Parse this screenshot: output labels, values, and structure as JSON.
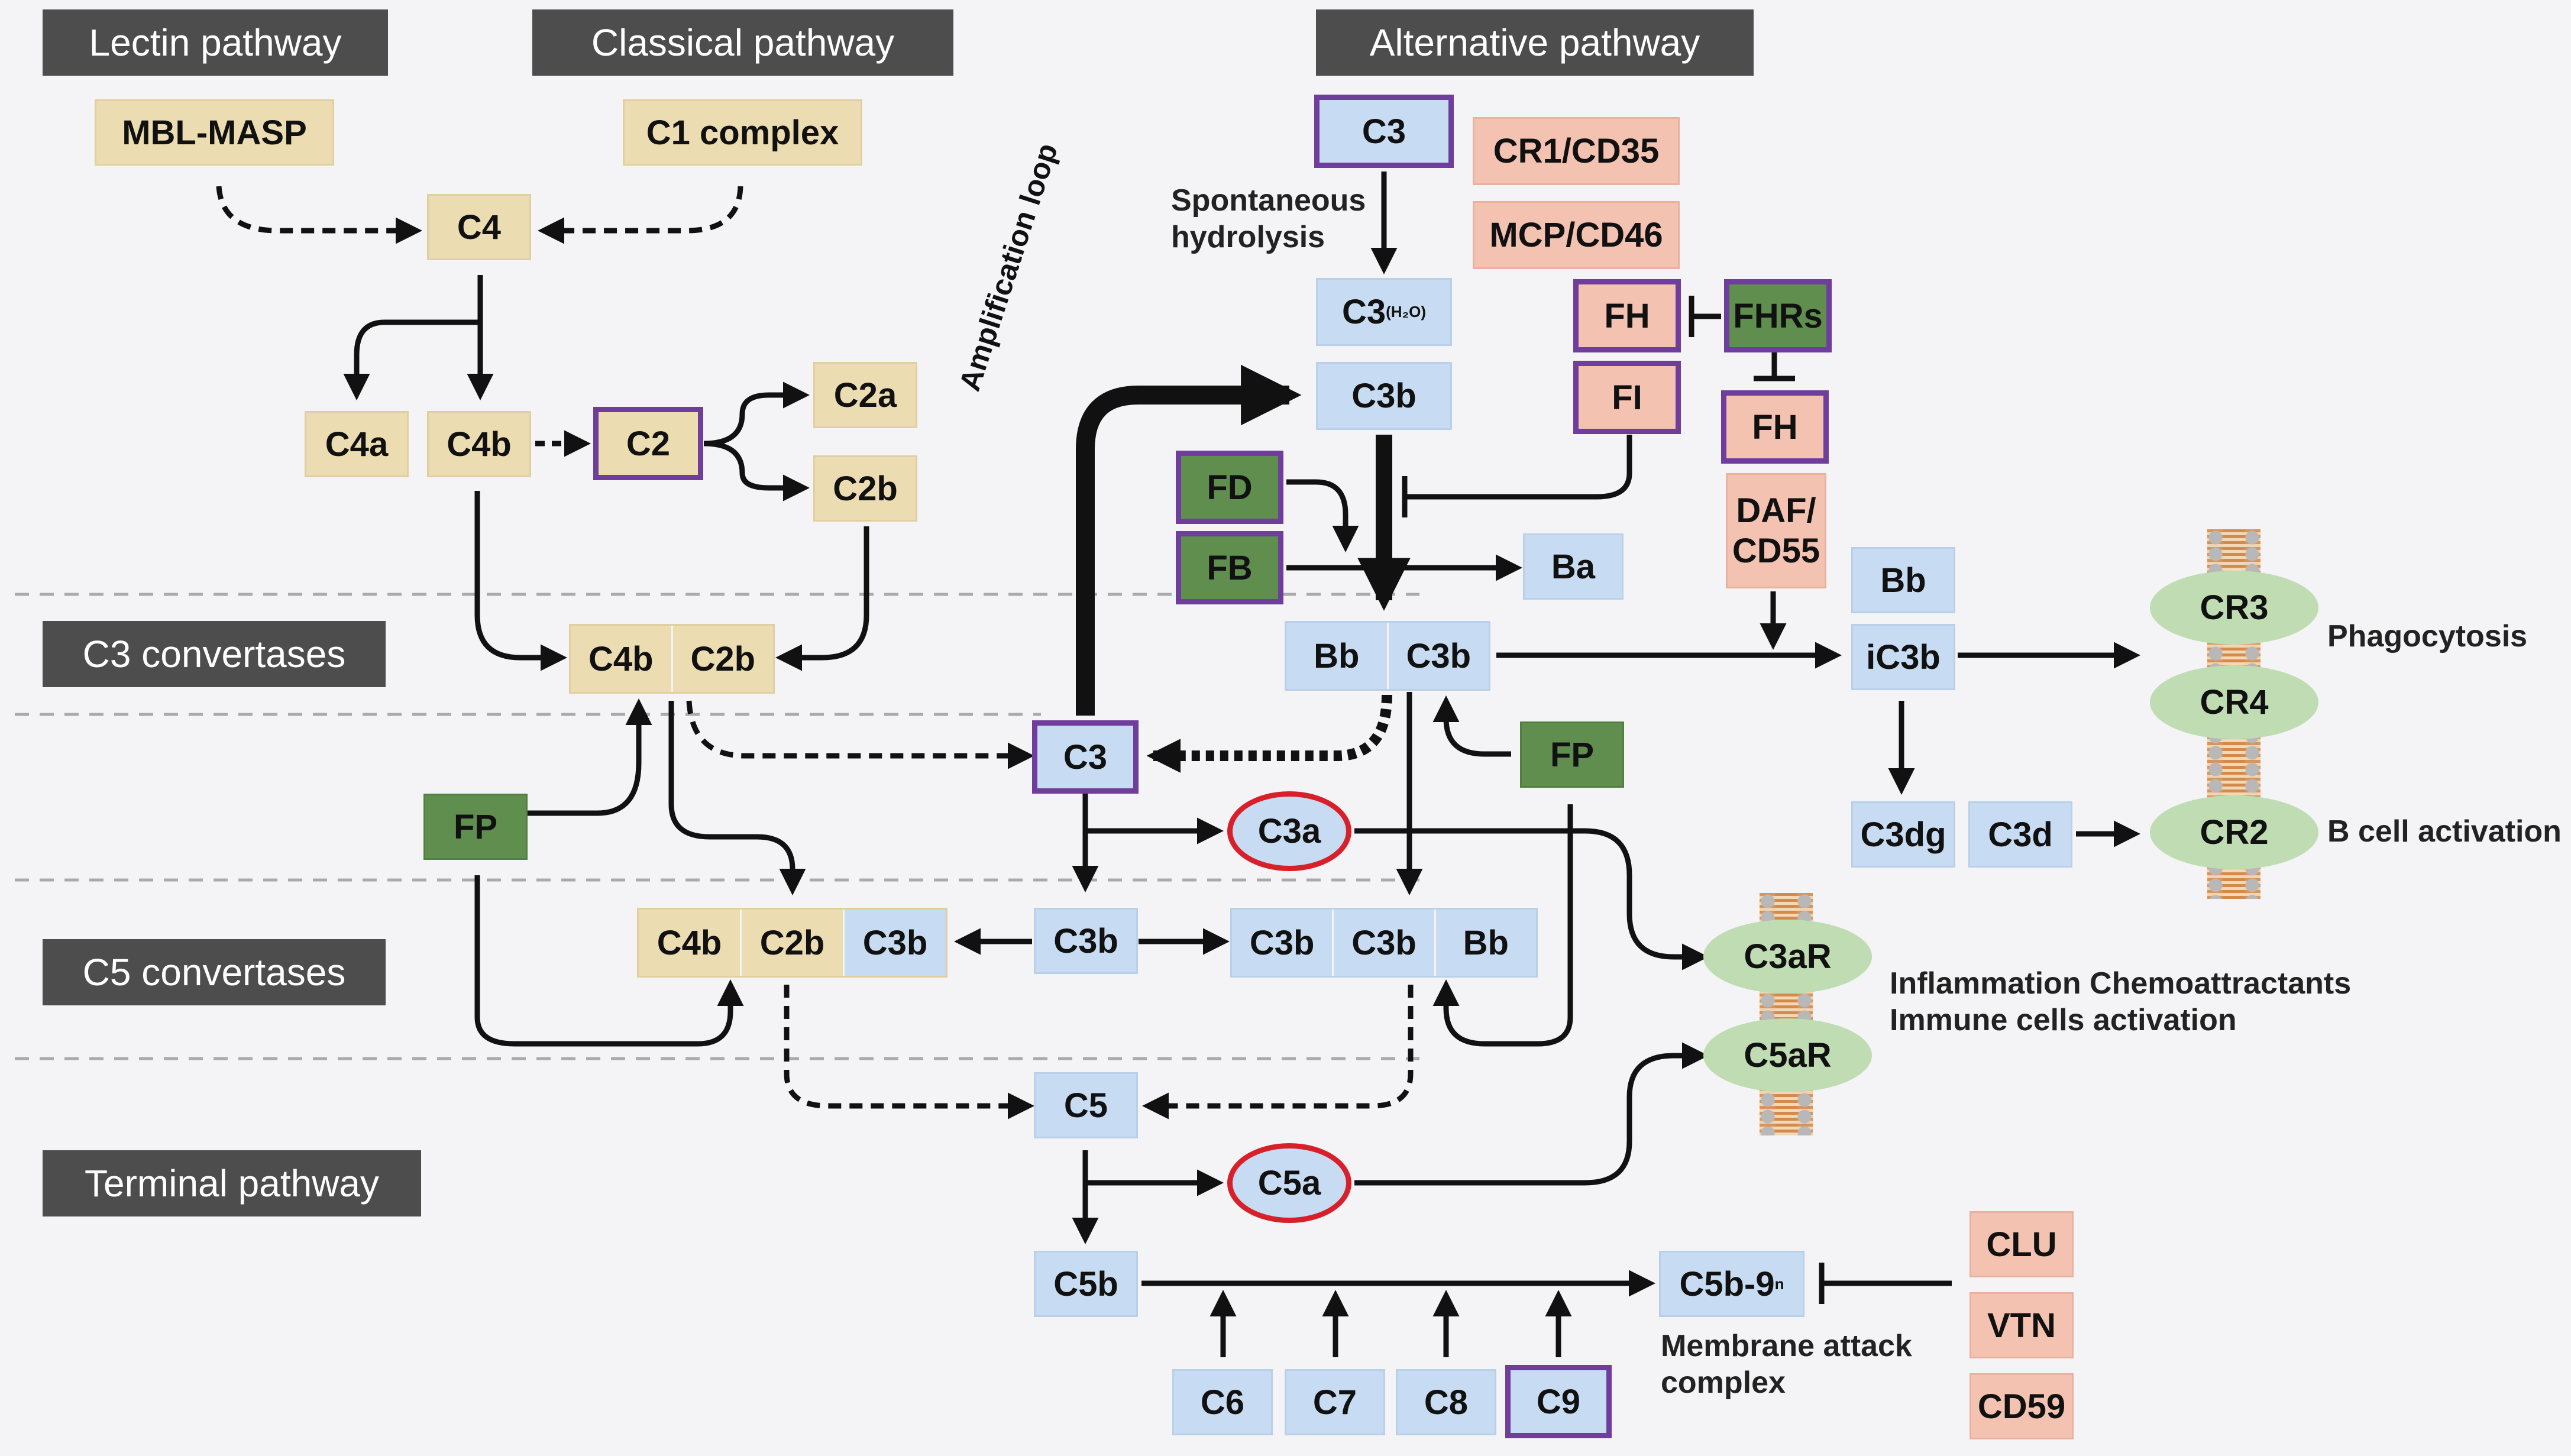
{
  "headers": {
    "lectin": "Lectin pathway",
    "classical": "Classical pathway",
    "alternative": "Alternative pathway",
    "c3conv": "C3 convertases",
    "c5conv": "C5 convertases",
    "terminal": "Terminal pathway"
  },
  "nodes": {
    "mbl_masp": "MBL-MASP",
    "c1_complex": "C1 complex",
    "c4": "C4",
    "c4a": "C4a",
    "c4b": "C4b",
    "c2": "C2",
    "c2a": "C2a",
    "c2b": "C2b",
    "c3": "C3",
    "h2o_sub": "(H₂O)",
    "c3a": "C3a",
    "c3b": "C3b",
    "bb": "Bb",
    "ba": "Ba",
    "fp": "FP",
    "fd": "FD",
    "fb": "FB",
    "fh": "FH",
    "fhrs": "FHRs",
    "fi": "FI",
    "cr1": "CR1/CD35",
    "mcp": "MCP/CD46",
    "daf_1": "DAF/",
    "daf_2": "CD55",
    "ic3b": "iC3b",
    "c3dg": "C3dg",
    "c3d": "C3d",
    "cr3": "CR3",
    "cr4": "CR4",
    "cr2": "CR2",
    "c3ar": "C3aR",
    "c5ar": "C5aR",
    "c5": "C5",
    "c5a": "C5a",
    "c5b": "C5b",
    "c5b9n": "C5b-9",
    "c5b9n_sub": "n",
    "c6": "C6",
    "c7": "C7",
    "c8": "C8",
    "c9": "C9",
    "clu": "CLU",
    "vtn": "VTN",
    "cd59": "CD59"
  },
  "labels": {
    "spont_1": "Spontaneous",
    "spont_2": "hydrolysis",
    "amplification": "Amplification loop",
    "phagocytosis": "Phagocytosis",
    "bcell": "B cell activation",
    "inflam_1": "Inflammation Chemoattractants",
    "inflam_2": "Immune cells activation",
    "mac_1": "Membrane attack",
    "mac_2": "complex"
  },
  "colors": {
    "classical_lectin_components": "#ecdcb1",
    "alternative_components": "#c7dbf2",
    "regulators": "#f3c2b1",
    "positive_regulators": "#5f8e4f",
    "receptors": "#bfdcb3",
    "anaphylatoxin_outline": "#d8202a",
    "highlight_outline": "#6f3d9c",
    "header_background": "#4d4d4d"
  }
}
